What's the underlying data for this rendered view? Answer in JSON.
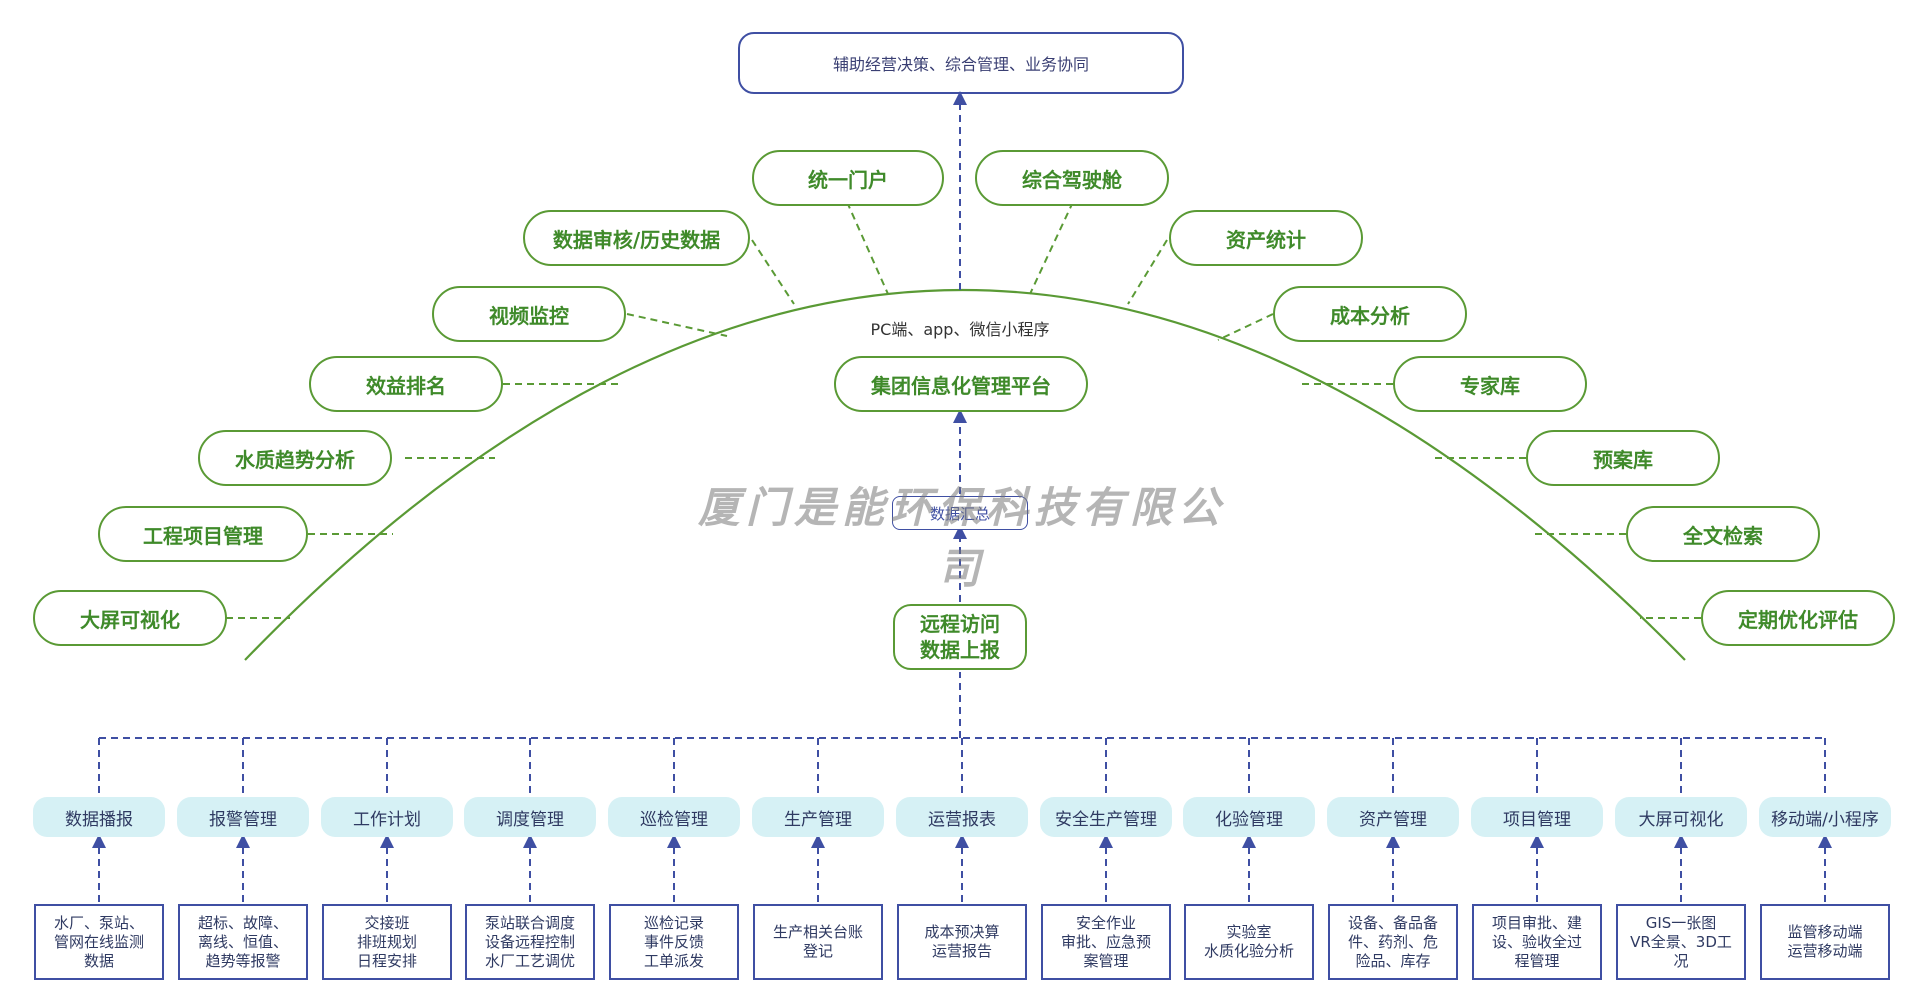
{
  "top_goal": "辅助经营决策、综合管理、业务协同",
  "platform": {
    "caption": "PC端、app、微信小程序",
    "name": "集团信息化管理平台"
  },
  "aggregate": "数据汇总",
  "remote": "远程访问\n数据上报",
  "watermark": "厦门是能环保科技有限公司",
  "left_functions": [
    "统一门户",
    "数据审核/历史数据",
    "视频监控",
    "效益排名",
    "水质趋势分析",
    "工程项目管理",
    "大屏可视化"
  ],
  "right_functions": [
    "综合驾驶舱",
    "资产统计",
    "成本分析",
    "专家库",
    "预案库",
    "全文检索",
    "定期优化评估"
  ],
  "modules": [
    {
      "name": "数据播报",
      "detail": "水厂、泵站、\n管网在线监测\n数据"
    },
    {
      "name": "报警管理",
      "detail": "超标、故障、\n离线、恒值、\n趋势等报警"
    },
    {
      "name": "工作计划",
      "detail": "交接班\n排班规划\n日程安排"
    },
    {
      "name": "调度管理",
      "detail": "泵站联合调度\n设备远程控制\n水厂工艺调优"
    },
    {
      "name": "巡检管理",
      "detail": "巡检记录\n事件反馈\n工单派发"
    },
    {
      "name": "生产管理",
      "detail": "生产相关台账\n登记"
    },
    {
      "name": "运营报表",
      "detail": "成本预决算\n运营报告"
    },
    {
      "name": "安全生产管理",
      "detail": "安全作业\n审批、应急预\n案管理"
    },
    {
      "name": "化验管理",
      "detail": "实验室\n水质化验分析"
    },
    {
      "name": "资产管理",
      "detail": "设备、备品备\n件、药剂、危\n险品、库存"
    },
    {
      "name": "项目管理",
      "detail": "项目审批、建\n设、验收全过\n程管理"
    },
    {
      "name": "大屏可视化",
      "detail": "GIS一张图\nVR全景、3D工\n况"
    },
    {
      "name": "移动端/小程序",
      "detail": "监管移动端\n运营移动端"
    }
  ],
  "colors": {
    "green": "#5a9a35",
    "green_text": "#3f8a2a",
    "blue": "#3f4fa3",
    "module_fill": "#d6f1f5"
  }
}
